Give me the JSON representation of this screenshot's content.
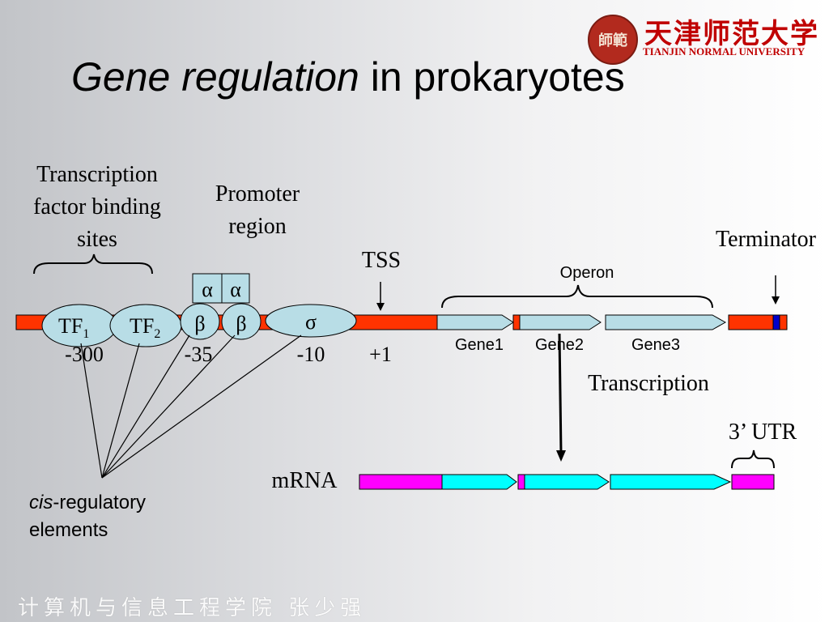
{
  "title": {
    "italic": "Gene regulation",
    "rest": " in prokaryotes"
  },
  "logo": {
    "cn": "天津师范大学",
    "en": "TIANJIN NORMAL UNIVERSITY",
    "seal": "師範"
  },
  "labels": {
    "tf_sites": "Transcription factor binding sites",
    "tf_sites_l1": "Transcription",
    "tf_sites_l2": "factor binding",
    "tf_sites_l3": "sites",
    "promoter_l1": "Promoter",
    "promoter_l2": "region",
    "tss": "TSS",
    "terminator": "Terminator",
    "operon": "Operon",
    "transcription": "Transcription",
    "utr": "3’ UTR",
    "mrna": "mRNA",
    "cis_italic": "cis",
    "cis_rest": "-regulatory",
    "cis_l2": "elements"
  },
  "factors": {
    "tf1": "TF",
    "tf1_sub": "1",
    "tf2": "TF",
    "tf2_sub": "2",
    "alpha": "α",
    "beta": "β",
    "sigma": "σ"
  },
  "positions": [
    "-300",
    "-35",
    "-10",
    "+1"
  ],
  "genes": [
    "Gene1",
    "Gene2",
    "Gene3"
  ],
  "footer": "计算机与信息工程学院  张少强",
  "colors": {
    "dna_red": "#ff3300",
    "gene_light": "#b8dde6",
    "mrna_magenta": "#ff00ff",
    "mrna_cyan": "#00ffff",
    "factor_fill": "#b8dde6",
    "terminator_blue": "#0000cc"
  }
}
